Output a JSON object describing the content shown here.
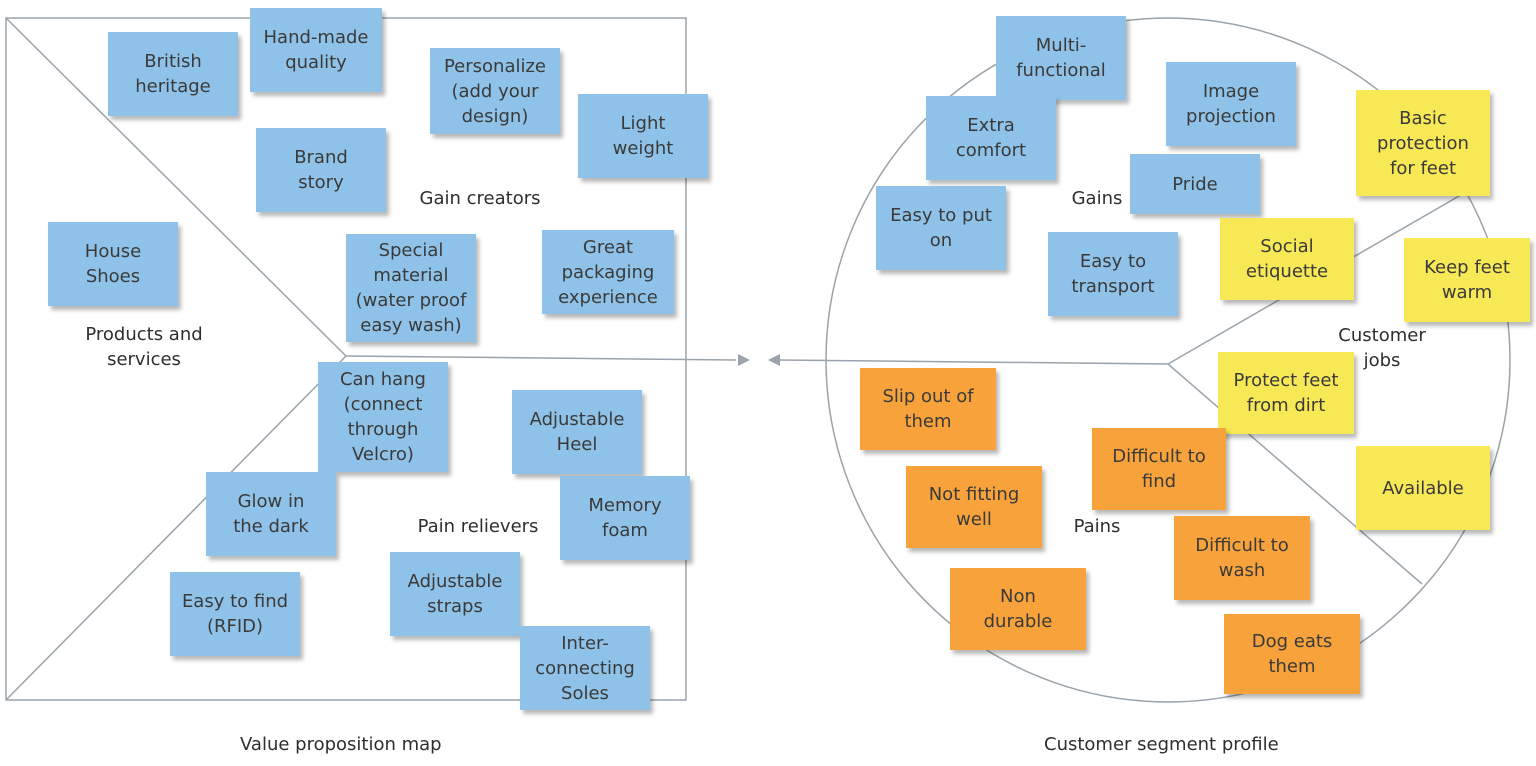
{
  "captions": {
    "value_map": "Value proposition map",
    "customer_profile": "Customer segment profile"
  },
  "labels": {
    "gain_creators": "Gain creators",
    "products_services": "Products and\nservices",
    "pain_relievers": "Pain relievers",
    "gains": "Gains",
    "customer_jobs": "Customer\njobs",
    "pains": "Pains"
  },
  "value_map_notes": {
    "gain_creators": [
      "British\nheritage",
      "Hand-made\nquality",
      "Personalize\n(add your\ndesign)",
      "Light\nweight",
      "Brand\nstory",
      "Special\nmaterial\n(water proof\neasy wash)",
      "Great\npackaging\nexperience"
    ],
    "products": [
      "House\nShoes"
    ],
    "pain_relievers": [
      "Can hang\n(connect\nthrough\nVelcro)",
      "Adjustable\nHeel",
      "Glow in\nthe dark",
      "Memory\nfoam",
      "Easy to find\n(RFID)",
      "Adjustable\nstraps",
      "Inter-\nconnecting\nSoles"
    ]
  },
  "customer_notes": {
    "gains": [
      "Multi-\nfunctional",
      "Image\nprojection",
      "Extra\ncomfort",
      "Pride",
      "Easy to put\non",
      "Easy to\ntransport"
    ],
    "jobs": [
      "Basic\nprotection\nfor feet",
      "Social\netiquette",
      "Keep feet\nwarm",
      "Protect feet\nfrom dirt",
      "Available"
    ],
    "pains": [
      "Slip out of\nthem",
      "Difficult to\nfind",
      "Not fitting\nwell",
      "Difficult to\nwash",
      "Non\ndurable",
      "Dog eats\nthem"
    ]
  },
  "colors": {
    "gain_note": "#8fc2e8",
    "job_note": "#f7e955",
    "pain_note": "#f7a23a",
    "outline": "#9aa3ab"
  }
}
